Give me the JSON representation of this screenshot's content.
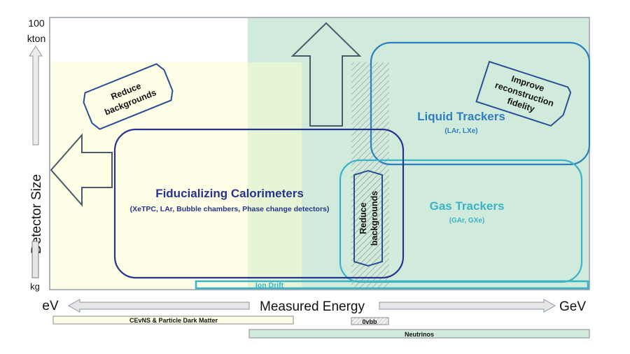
{
  "y_axis": {
    "top_label_line1": "100",
    "top_label_line2": "kton",
    "title": "Detector Size",
    "bottom_label": "kg"
  },
  "x_axis": {
    "left_label": "eV",
    "title": "Measured Energy",
    "right_label": "GeV"
  },
  "regions": {
    "fiducializing": {
      "title": "Fiducializing Calorimeters",
      "subtitle": "(XeTPC, LAr, Bubble chambers, Phase change detectors)"
    },
    "liquid": {
      "title": "Liquid Trackers",
      "subtitle": "(LAr, LXe)"
    },
    "gas": {
      "title": "Gas Trackers",
      "subtitle": "(GAr, GXe)"
    },
    "ion_drift": {
      "label": "Ion Drift"
    }
  },
  "callouts": {
    "reduce_backgrounds_top": {
      "line1": "Reduce",
      "line2": "backgrounds"
    },
    "reduce_backgrounds_vertical": {
      "line1": "Reduce",
      "line2": "backgrounds"
    },
    "improve_fidelity": {
      "line1": "Improve",
      "line2": "reconstruction",
      "line3": "fidelity"
    }
  },
  "physics_bands": {
    "dark_matter": "CEvNS & Particle Dark Matter",
    "zero_nu_bb": "0vbb",
    "neutrinos": "Neutrinos"
  },
  "colors": {
    "dark_matter_band": "#fefee6",
    "neutrino_band": "#d0ebdc",
    "overlap": "#e6f5d6",
    "fiducializing": "#25348c",
    "liquid": "#2e7fc0",
    "gas": "#3bb3c6",
    "callout_border": "#2b4f94",
    "arrow_outline": "#4a5a6a"
  }
}
